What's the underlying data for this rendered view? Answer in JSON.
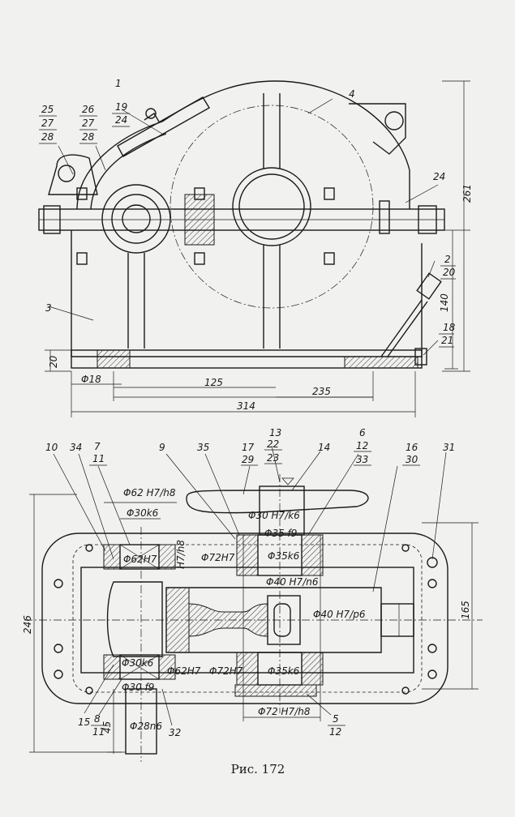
{
  "caption": "Рис. 172",
  "top_view": {
    "dimensions": {
      "d_bolt": "Φ18",
      "c_125": "125",
      "c_235": "235",
      "c_314": "314",
      "h_20": "20",
      "h_140": "140",
      "h_261": "261"
    },
    "callouts": {
      "p1": "1",
      "p19": "19",
      "p24a": "24",
      "p25": "25",
      "p27a": "27",
      "p28a": "28",
      "p26": "26",
      "p27b": "27",
      "p28b": "28",
      "p4": "4",
      "p24b": "24",
      "p2": "2",
      "p20": "20",
      "p3": "3",
      "p18": "18",
      "p21": "21"
    }
  },
  "plan_view": {
    "dimensions": {
      "d62_h7h8": "Φ62 H7/h8",
      "d30k6_top": "Φ30k6",
      "d62H7_left": "Φ62H7",
      "h7h8_small": "H7/h8",
      "d72H7_mid": "Φ72H7",
      "d30_h7k6": "Φ30 H7/k6",
      "d35f9": "Φ35 f9",
      "d35k6_top": "Φ35k6",
      "d40_H7n6": "Φ40 H7/n6",
      "d40_H7p6": "Φ40 H7/p6",
      "d30k6_bottom": "Φ30k6",
      "d62H7_bottom": "Φ62H7",
      "d72H7_bottom": "Φ72H7",
      "d35k6_bottom": "Φ35k6",
      "d30f9": "Φ30 f9",
      "d28n6": "Φ28n6",
      "d72_H7h8": "Φ72 H7/h8",
      "w_246": "246",
      "w_165": "165",
      "h_45": "45"
    },
    "callouts": {
      "p10": "10",
      "p34": "34",
      "p7": "7",
      "p11a": "11",
      "p9": "9",
      "p35": "35",
      "p17": "17",
      "p29": "29",
      "p13": "13",
      "p22": "22",
      "p23": "23",
      "p14": "14",
      "p6": "6",
      "p12a": "12",
      "p33": "33",
      "p16": "16",
      "p30": "30",
      "p31": "31",
      "p15": "15",
      "p8": "8",
      "p11b": "11",
      "p32": "32",
      "p5": "5",
      "p12b": "12"
    }
  }
}
